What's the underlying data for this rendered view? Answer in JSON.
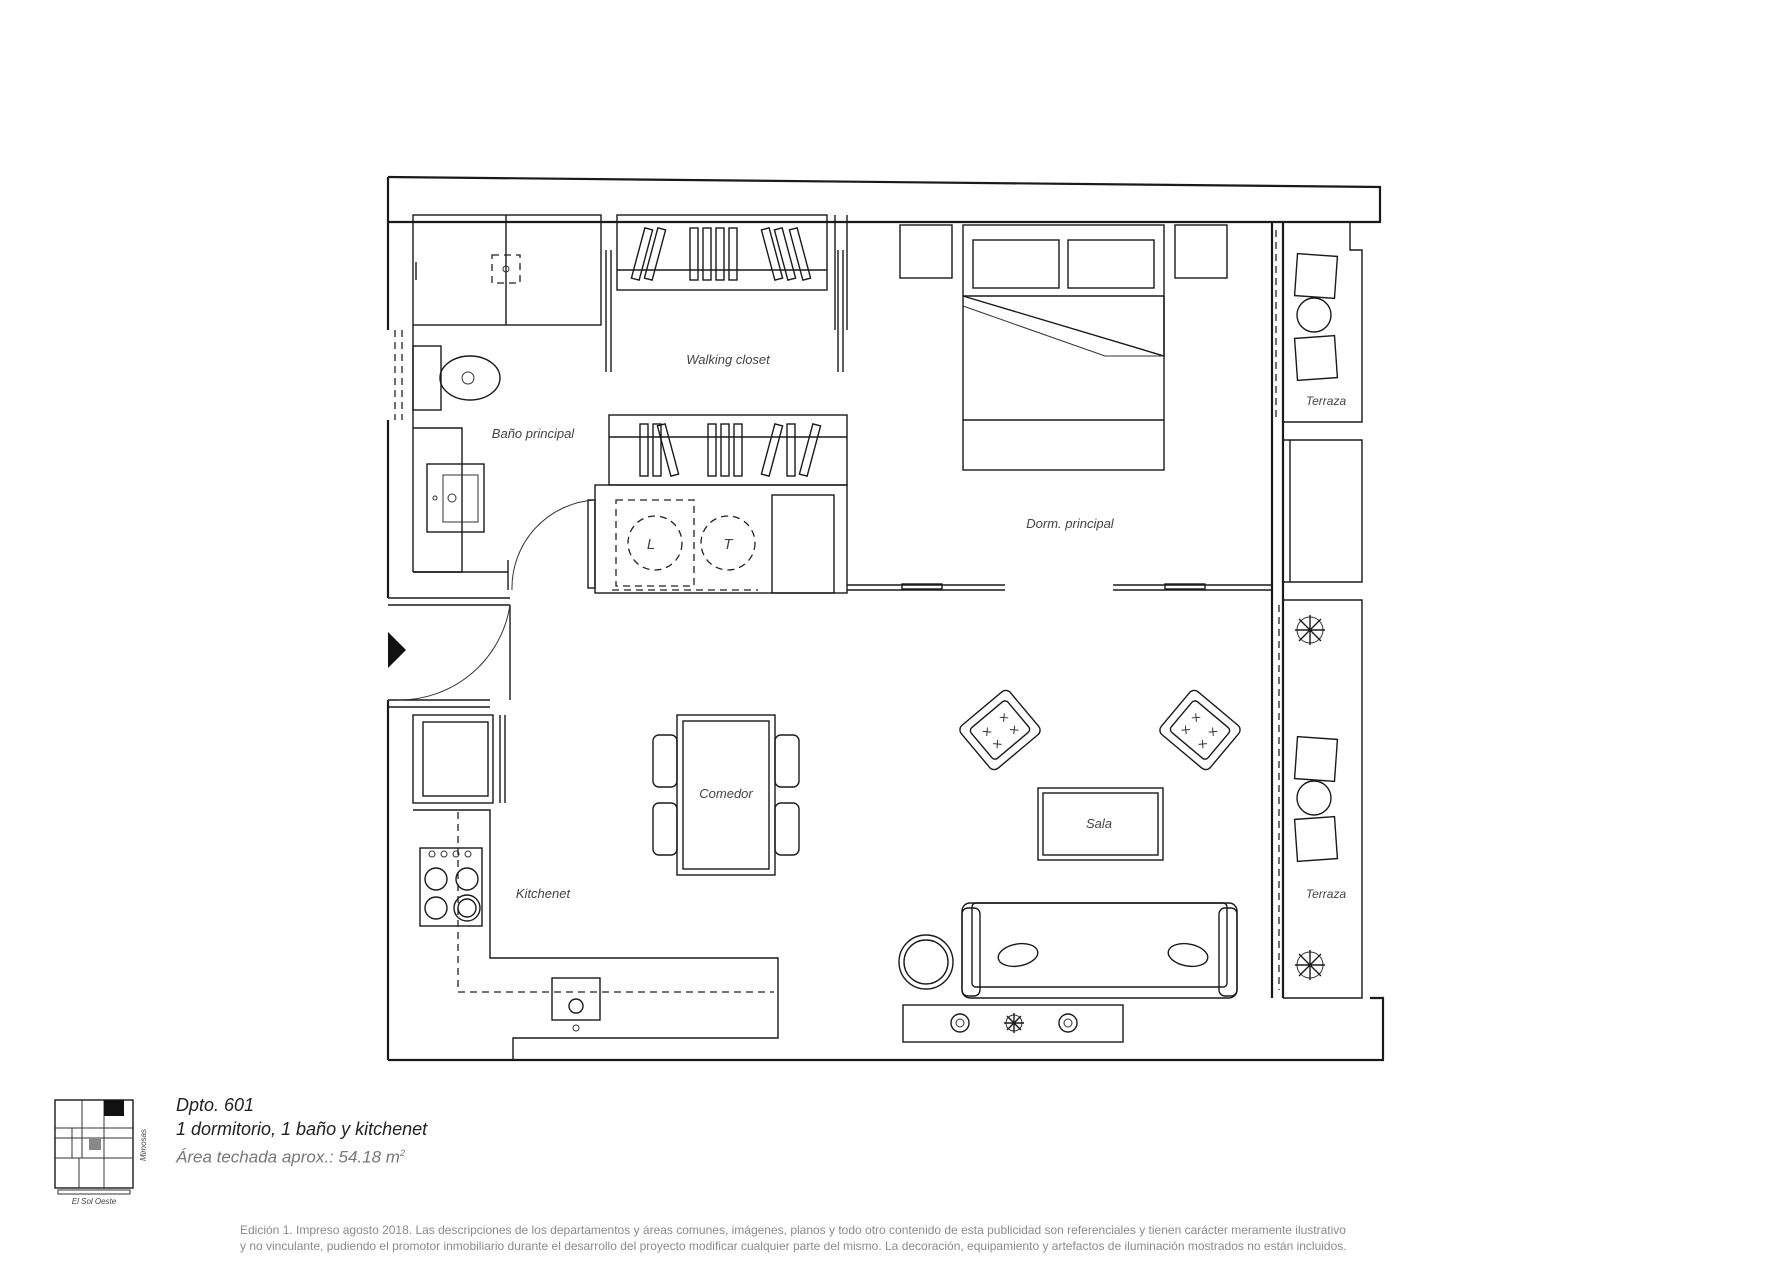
{
  "rooms": {
    "walking_closet": "Walking closet",
    "bano_principal": "Baño principal",
    "dorm_principal": "Dorm. principal",
    "terraza_1": "Terraza",
    "terraza_2": "Terraza",
    "comedor": "Comedor",
    "sala": "Sala",
    "kitchenet": "Kitchenet"
  },
  "appliances": {
    "lavadora": "L",
    "terma": "T"
  },
  "unit": {
    "title": "Dpto. 601",
    "description": "1 dormitorio, 1 baño y kitchenet",
    "area_label": "Área techada aprox.: 54.18 m",
    "area_sup": "2"
  },
  "key_plan": {
    "street_side": "Mimosas",
    "street_bottom": "El Sol Oeste"
  },
  "disclaimer": {
    "line1": "Edición 1. Impreso agosto 2018. Las descripciones de los departamentos y áreas comunes, imágenes, planos y todo otro contenido de esta publicidad son referenciales y tienen carácter meramente ilustrativo",
    "line2": "y no vinculante, pudiendo el promotor inmobiliario durante el desarrollo del proyecto modificar cualquier parte del mismo. La decoración, equipamiento y artefactos de iluminación mostrados no están incluidos."
  },
  "colors": {
    "line": "#1a1a1a",
    "label": "#444444",
    "disclaimer": "#8a8a8a"
  }
}
